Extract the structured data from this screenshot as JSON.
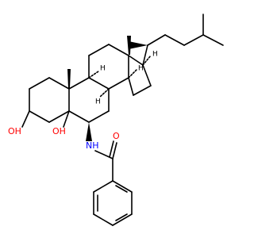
{
  "molecule": {
    "atoms": [
      {
        "id": "O1",
        "symbol": "O",
        "suffix": "H",
        "color": "#ff0000"
      },
      {
        "id": "O2",
        "symbol": "O",
        "suffix": "H",
        "color": "#ff0000"
      },
      {
        "id": "N1",
        "symbol": "N",
        "suffix": "H",
        "color": "#0000ff"
      },
      {
        "id": "O3",
        "symbol": "O",
        "suffix": "",
        "color": "#ff0000"
      }
    ],
    "stereo_h_label": "H",
    "bond_color": "#000000"
  }
}
